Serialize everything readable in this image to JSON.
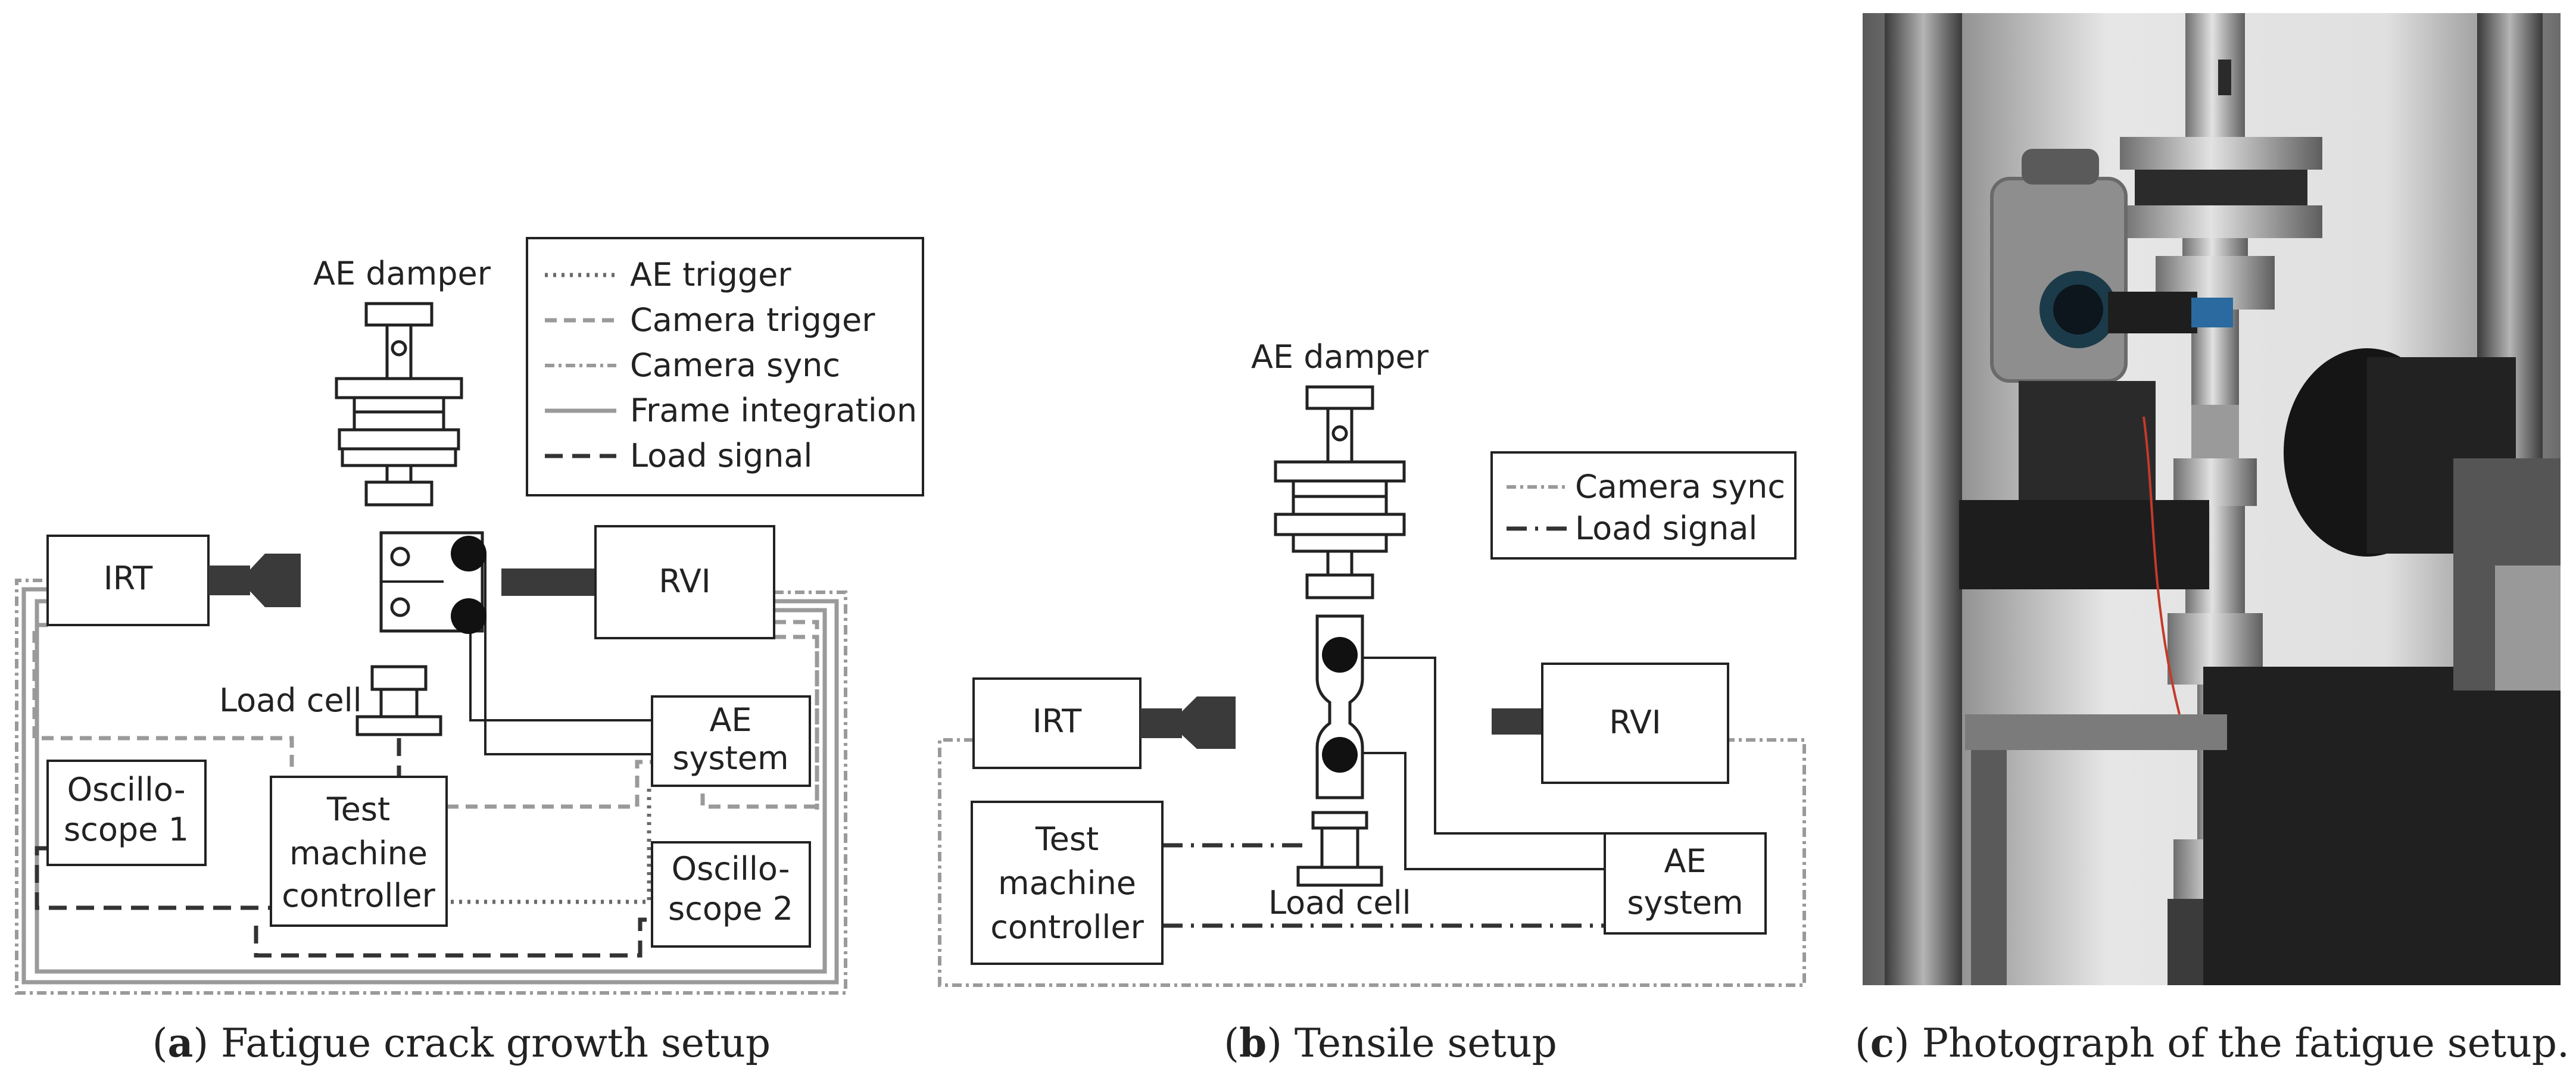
{
  "panel_a": {
    "caption_letter": "a",
    "caption_text": "Fatigue crack growth setup",
    "ae_damper": "AE damper",
    "load_cell": "Load cell",
    "irt": "IRT",
    "rvi": "RVI",
    "ae_system": [
      "AE",
      "system"
    ],
    "oscilloscope_1": [
      "Oscillo-",
      "scope 1"
    ],
    "oscilloscope_2": [
      "Oscillo-",
      "scope 2"
    ],
    "test_machine_controller": [
      "Test",
      "machine",
      "controller"
    ],
    "legend": [
      "AE trigger",
      "Camera trigger",
      "Camera sync",
      "Frame integration",
      "Load signal"
    ]
  },
  "panel_b": {
    "caption_letter": "b",
    "caption_text": "Tensile setup",
    "ae_damper": "AE damper",
    "load_cell": "Load cell",
    "irt": "IRT",
    "rvi": "RVI",
    "ae_system": [
      "AE",
      "system"
    ],
    "test_machine_controller": [
      "Test",
      "machine",
      "controller"
    ],
    "legend": [
      "Camera sync",
      "Load signal"
    ]
  },
  "panel_c": {
    "caption_letter": "c",
    "caption_text": "Photograph of the fatigue setup."
  },
  "colors": {
    "line_dark": "#222222",
    "line_grey": "#9a9a9a",
    "photo_background": "#e4e4e4",
    "camera_body": "#8e8e8e",
    "steel": "#c9c9c9"
  }
}
